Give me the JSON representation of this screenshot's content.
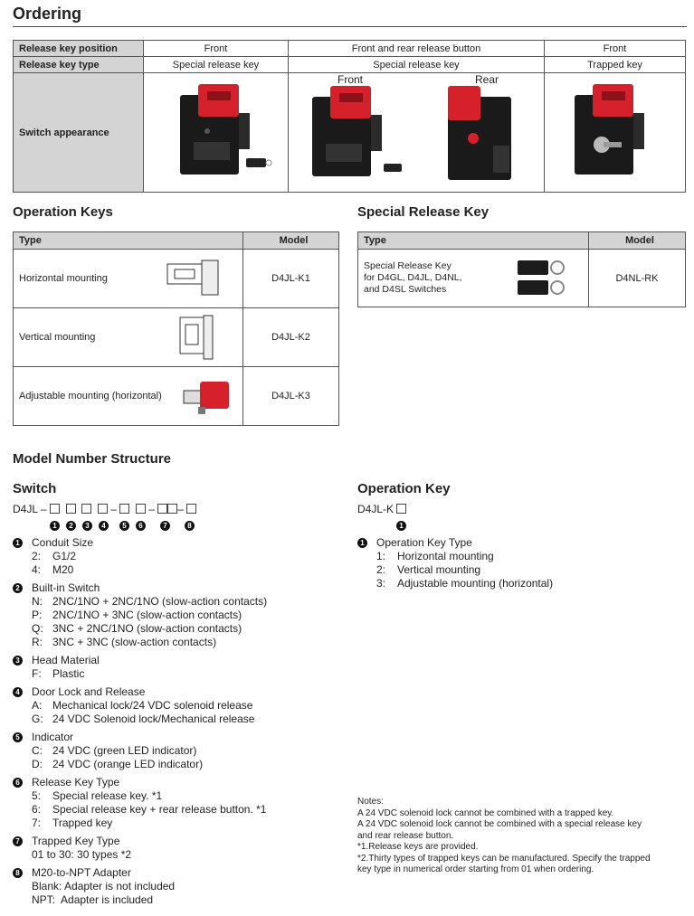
{
  "ordering": {
    "title": "Ordering",
    "rows": {
      "release_key_position": {
        "label": "Release key position",
        "values": [
          "Front",
          "Front and rear release button",
          "Front"
        ]
      },
      "release_key_type": {
        "label": "Release key type",
        "values": [
          "Special release key",
          "Special release key",
          "Trapped key"
        ]
      },
      "switch_appearance": {
        "label": "Switch appearance",
        "front_label": "Front",
        "rear_label": "Rear"
      }
    }
  },
  "operation_keys": {
    "title": "Operation Keys",
    "col_type": "Type",
    "col_model": "Model",
    "rows": [
      {
        "type": "Horizontal mounting",
        "model": "D4JL-K1"
      },
      {
        "type": "Vertical mounting",
        "model": "D4JL-K2"
      },
      {
        "type": "Adjustable mounting (horizontal)",
        "model": "D4JL-K3"
      }
    ]
  },
  "special_release_key": {
    "title": "Special Release Key",
    "col_type": "Type",
    "col_model": "Model",
    "type_lines": [
      "Special Release Key",
      "for D4GL, D4JL, D4NL,",
      "and D4SL Switches"
    ],
    "model": "D4NL-RK"
  },
  "model_structure": {
    "title": "Model Number Structure",
    "switch": {
      "title": "Switch",
      "prefix": "D4JL –",
      "markers": [
        "1",
        "2",
        "3",
        "4",
        "5",
        "6",
        "7",
        "8"
      ],
      "items": [
        {
          "n": "1",
          "title": "Conduit Size",
          "lines": [
            [
              "2:",
              "G1/2"
            ],
            [
              "4:",
              "M20"
            ]
          ]
        },
        {
          "n": "2",
          "title": "Built-in Switch",
          "lines": [
            [
              "N:",
              "2NC/1NO + 2NC/1NO (slow-action contacts)"
            ],
            [
              "P:",
              "2NC/1NO + 3NC (slow-action contacts)"
            ],
            [
              "Q:",
              "3NC + 2NC/1NO (slow-action contacts)"
            ],
            [
              "R:",
              "3NC + 3NC (slow-action contacts)"
            ]
          ]
        },
        {
          "n": "3",
          "title": "Head Material",
          "lines": [
            [
              "F:",
              "Plastic"
            ]
          ]
        },
        {
          "n": "4",
          "title": "Door Lock and Release",
          "lines": [
            [
              "A:",
              "Mechanical lock/24 VDC solenoid release"
            ],
            [
              "G:",
              "24 VDC Solenoid lock/Mechanical release"
            ]
          ]
        },
        {
          "n": "5",
          "title": "Indicator",
          "lines": [
            [
              "C:",
              "24 VDC (green LED indicator)"
            ],
            [
              "D:",
              "24 VDC (orange LED indicator)"
            ]
          ]
        },
        {
          "n": "6",
          "title": "Release Key Type",
          "lines": [
            [
              "5:",
              "Special release key. *1"
            ],
            [
              "6:",
              "Special release key + rear release button. *1"
            ],
            [
              "7:",
              "Trapped key"
            ]
          ]
        },
        {
          "n": "7",
          "title": "Trapped Key Type",
          "lines": [
            [
              "",
              "01 to 30: 30 types *2"
            ]
          ]
        },
        {
          "n": "8",
          "title": "M20-to-NPT Adapter",
          "lines": [
            [
              "",
              "Blank: Adapter is not included"
            ],
            [
              "",
              "NPT:  Adapter is included"
            ]
          ]
        }
      ]
    },
    "operation_key": {
      "title": "Operation Key",
      "prefix": "D4JL-K",
      "marker": "1",
      "item_title": "Operation Key Type",
      "lines": [
        [
          "1:",
          "Horizontal mounting"
        ],
        [
          "2:",
          "Vertical mounting"
        ],
        [
          "3:",
          "Adjustable mounting (horizontal)"
        ]
      ]
    }
  },
  "notes": {
    "title": "Notes:",
    "lines": [
      "A 24 VDC solenoid lock cannot be combined with a trapped key.",
      "A 24 VDC solenoid lock cannot be combined with a special release key",
      "and rear release button.",
      "*1.Release keys are provided.",
      "*2.Thirty types of trapped keys can be manufactured. Specify the trapped",
      "key type in numerical order starting from 01 when ordering."
    ]
  },
  "colors": {
    "accent_rule": "#4a3a8c",
    "header_grey": "#d4d4d4",
    "switch_red": "#d6212c"
  }
}
